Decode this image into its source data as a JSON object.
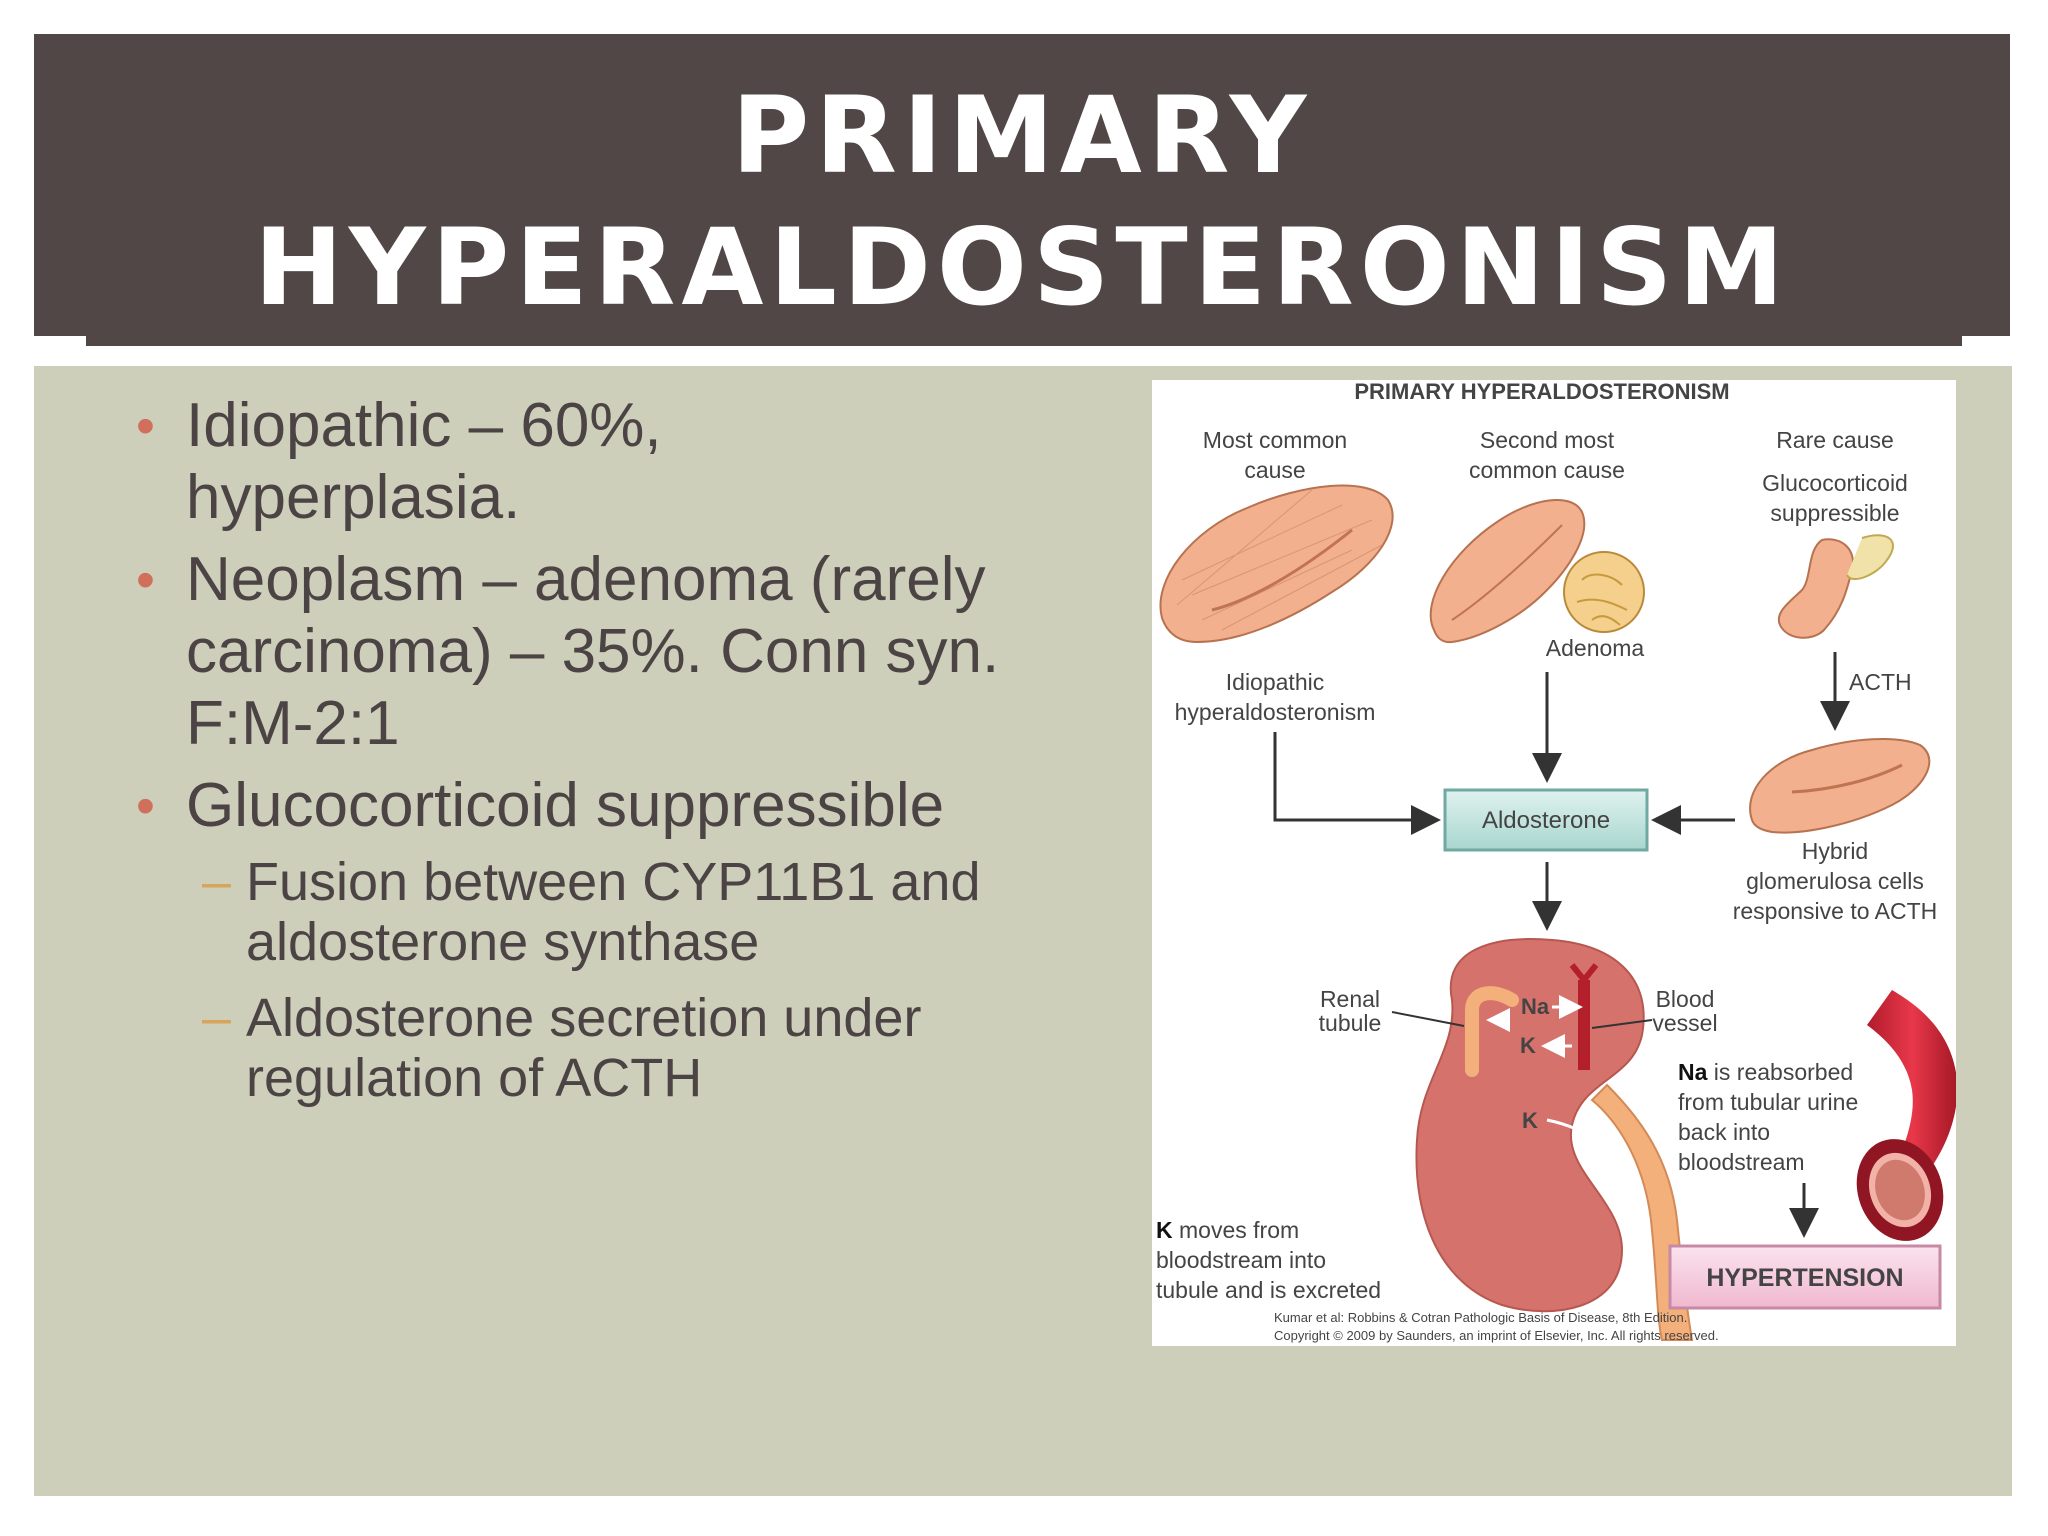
{
  "slide": {
    "title_line1": "PRIMARY",
    "title_line2": "HYPERALDOSTERONISM",
    "bullets": [
      "Idiopathic – 60%, hyperplasia.",
      "Neoplasm – adenoma (rarely carcinoma) – 35%. Conn syn. F:M-2:1",
      "Glucocorticoid suppressible"
    ],
    "sub_bullets": [
      "Fusion between CYP11B1 and aldosterone synthase",
      "Aldosterone secretion under regulation of ACTH"
    ],
    "colors": {
      "title_bar": "#514747",
      "content_bg": "#cdcfbb",
      "bullet_marker": "#d0705c",
      "dash_marker": "#d6a55a"
    }
  },
  "figure": {
    "heading": "PRIMARY HYPERALDOSTERONISM",
    "col1_label_line1": "Most common",
    "col1_label_line2": "cause",
    "col2_label_line1": "Second most",
    "col2_label_line2": "common cause",
    "col3_label": "Rare cause",
    "col3_sub_line1": "Glucocorticoid",
    "col3_sub_line2": "suppressible",
    "adenoma": "Adenoma",
    "acth": "ACTH",
    "idiopathic_line1": "Idiopathic",
    "idiopathic_line2": "hyperaldosteronism",
    "aldosterone": "Aldosterone",
    "hybrid_line1": "Hybrid",
    "hybrid_line2": "glomerulosa cells",
    "hybrid_line3": "responsive to ACTH",
    "renal_line1": "Renal",
    "renal_line2": "tubule",
    "blood_line1": "Blood",
    "blood_line2": "vessel",
    "na": "Na",
    "k": "K",
    "na_note_bold": "Na",
    "na_note_rest": " is reabsorbed",
    "na_note_line2": "from tubular urine",
    "na_note_line3": "back into",
    "na_note_line4": "bloodstream",
    "k_note_bold": "K",
    "k_note_rest": " moves from",
    "k_note_line2": "bloodstream into",
    "k_note_line3": "tubule and is excreted",
    "hypertension": "HYPERTENSION",
    "credit_line1": "Kumar et al: Robbins & Cotran Pathologic Basis of Disease, 8th Edition.",
    "credit_line2": "Copyright © 2009 by Saunders, an imprint of Elsevier, Inc. All rights reserved."
  }
}
